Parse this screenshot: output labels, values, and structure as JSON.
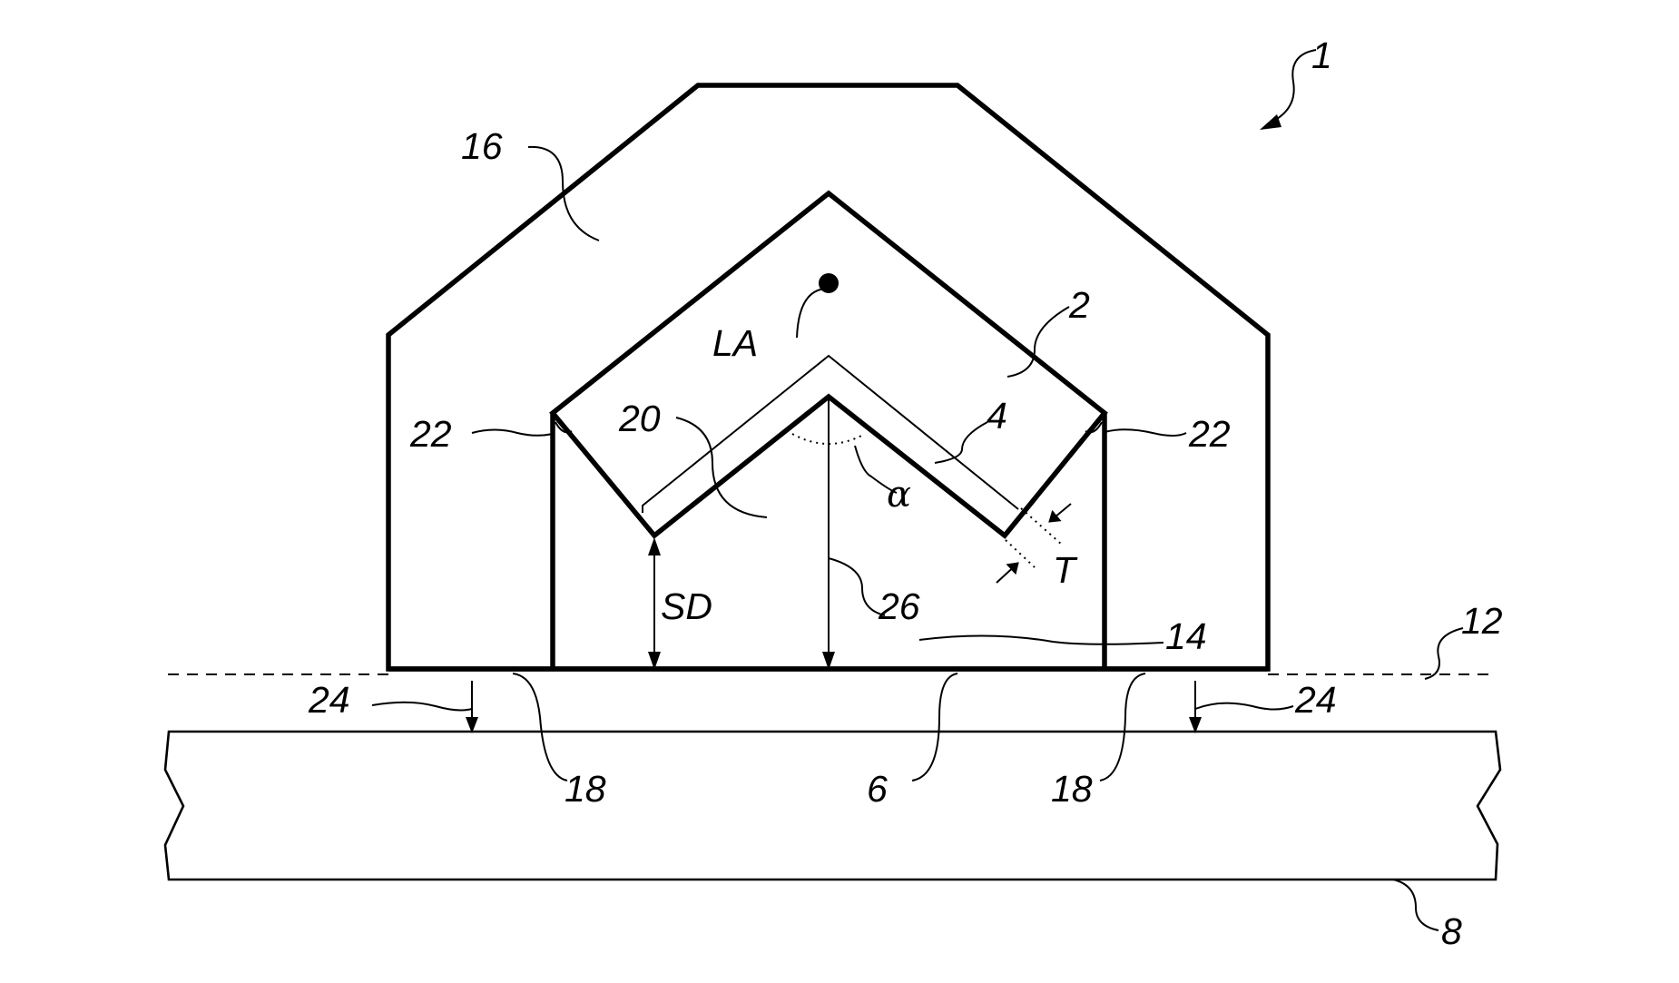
{
  "figure": {
    "labels": {
      "ref_1": "1",
      "ref_2": "2",
      "ref_4": "4",
      "ref_6": "6",
      "ref_8": "8",
      "ref_12": "12",
      "ref_14": "14",
      "ref_16": "16",
      "ref_18": "18",
      "ref_20": "20",
      "ref_22": "22",
      "ref_24": "24",
      "ref_26": "26",
      "la": "LA",
      "sd": "SD",
      "t": "T",
      "alpha": "α"
    }
  }
}
